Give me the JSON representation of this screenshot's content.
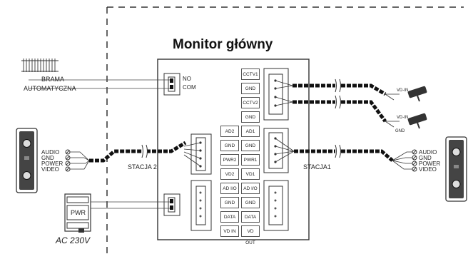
{
  "title": "Monitor główny",
  "gate": {
    "line1": "BRAMA",
    "line2": "AUTOMATYCZNA",
    "no": "NO",
    "com": "COM"
  },
  "terminals_right": [
    "CCTV1",
    "GND",
    "CCTV2",
    "GND",
    "AD1",
    "GND",
    "PWR1",
    "VD1",
    "AD I/O",
    "GND",
    "DATA",
    "VD OUT"
  ],
  "terminals_left": [
    "AD2",
    "GND",
    "PWR2",
    "VD2",
    "AD I/O",
    "GND",
    "DATA",
    "VD IN"
  ],
  "station2": "STACJA 2",
  "station1": "STACJA1",
  "left_wires": [
    "AUDIO",
    "GND",
    "POWER",
    "VIDEO"
  ],
  "right_wires": [
    "AUDIO",
    "GND",
    "POWER",
    "VIDEO"
  ],
  "camera1": "VD-IN",
  "camera2": "VD-IN",
  "camera_gnd": "GND",
  "psu_label": "PWR",
  "psu_voltage": "AC 230V"
}
